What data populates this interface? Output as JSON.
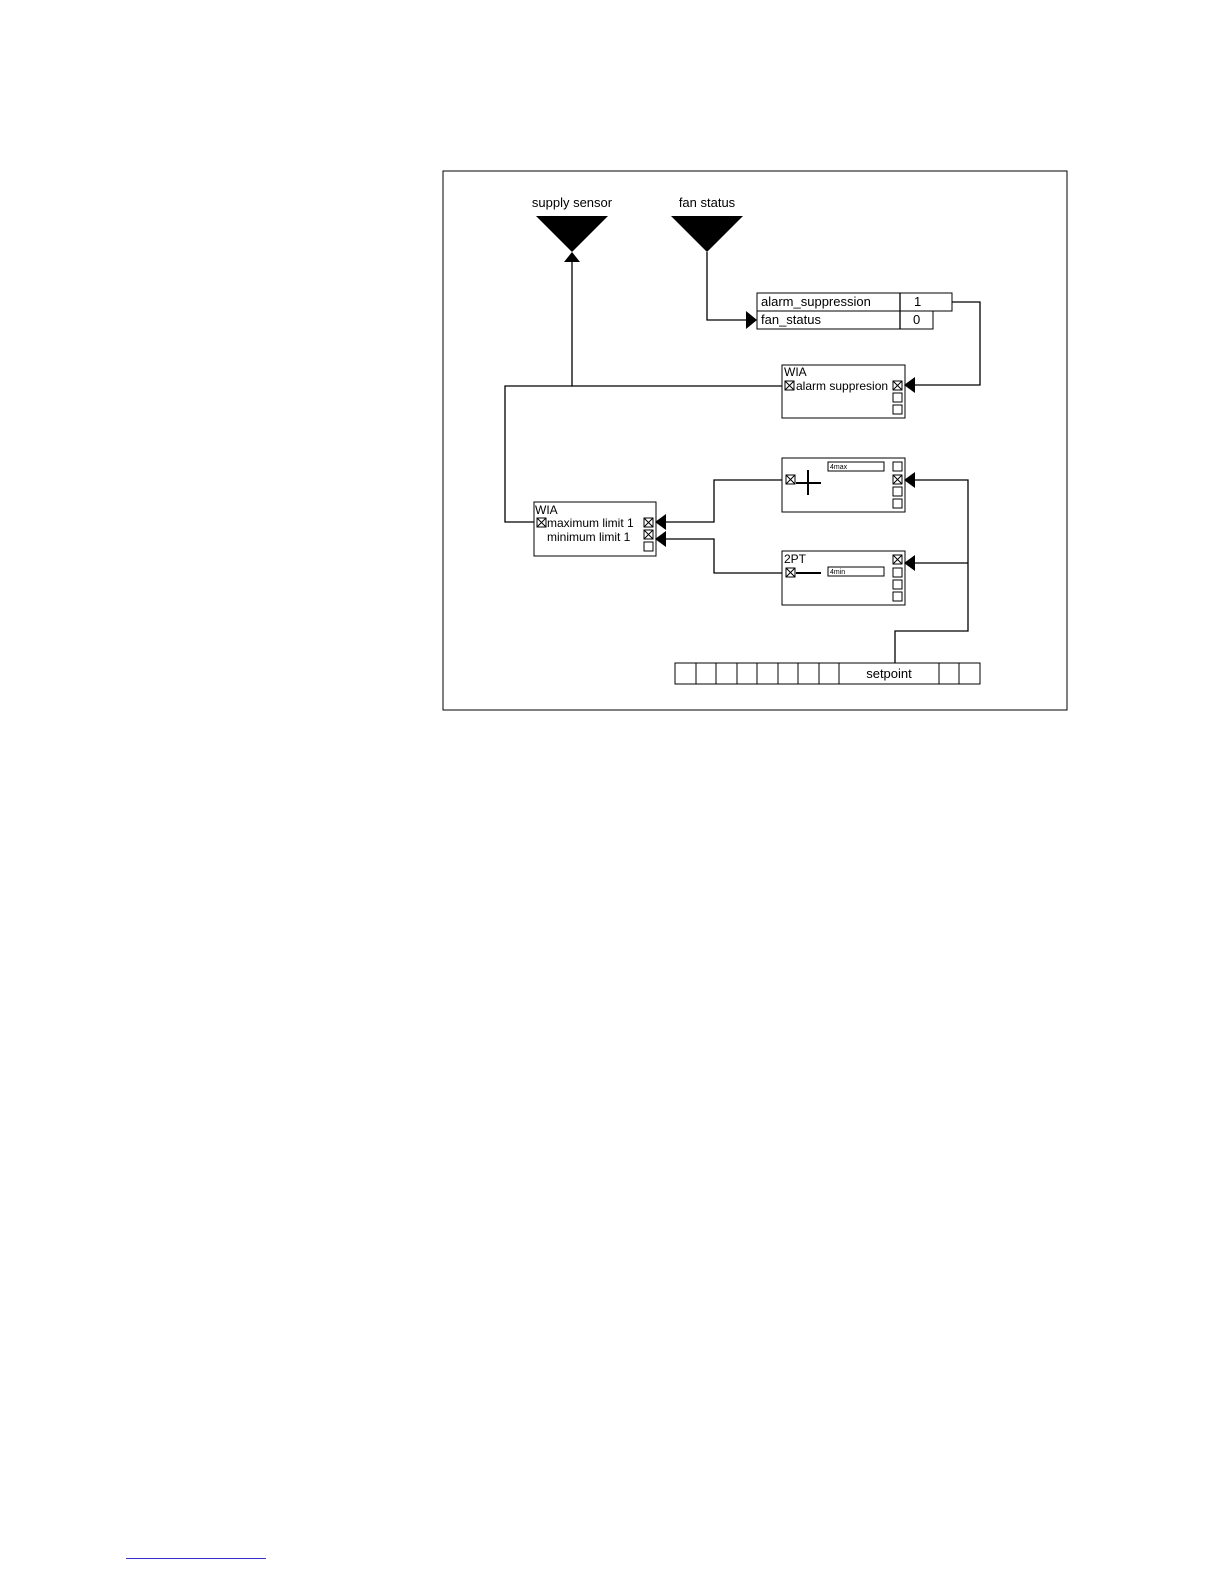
{
  "sensors": {
    "supply_sensor": "supply sensor",
    "fan_status": "fan status"
  },
  "status_table": {
    "rows": [
      {
        "name": "alarm_suppression",
        "value": "1"
      },
      {
        "name": "fan_status",
        "value": "0"
      }
    ]
  },
  "wia_alarm": {
    "title": "WIA",
    "label": "alarm suppresion"
  },
  "max_block": {
    "field": "4max",
    "operator": "plus"
  },
  "min_block": {
    "title": "2PT",
    "field": "4min",
    "operator": "minus"
  },
  "wia_limits": {
    "title": "WIA",
    "line1": "maximum limit 1",
    "line2": "minimum limit 1"
  },
  "setpoint_bar": {
    "label": "setpoint"
  }
}
